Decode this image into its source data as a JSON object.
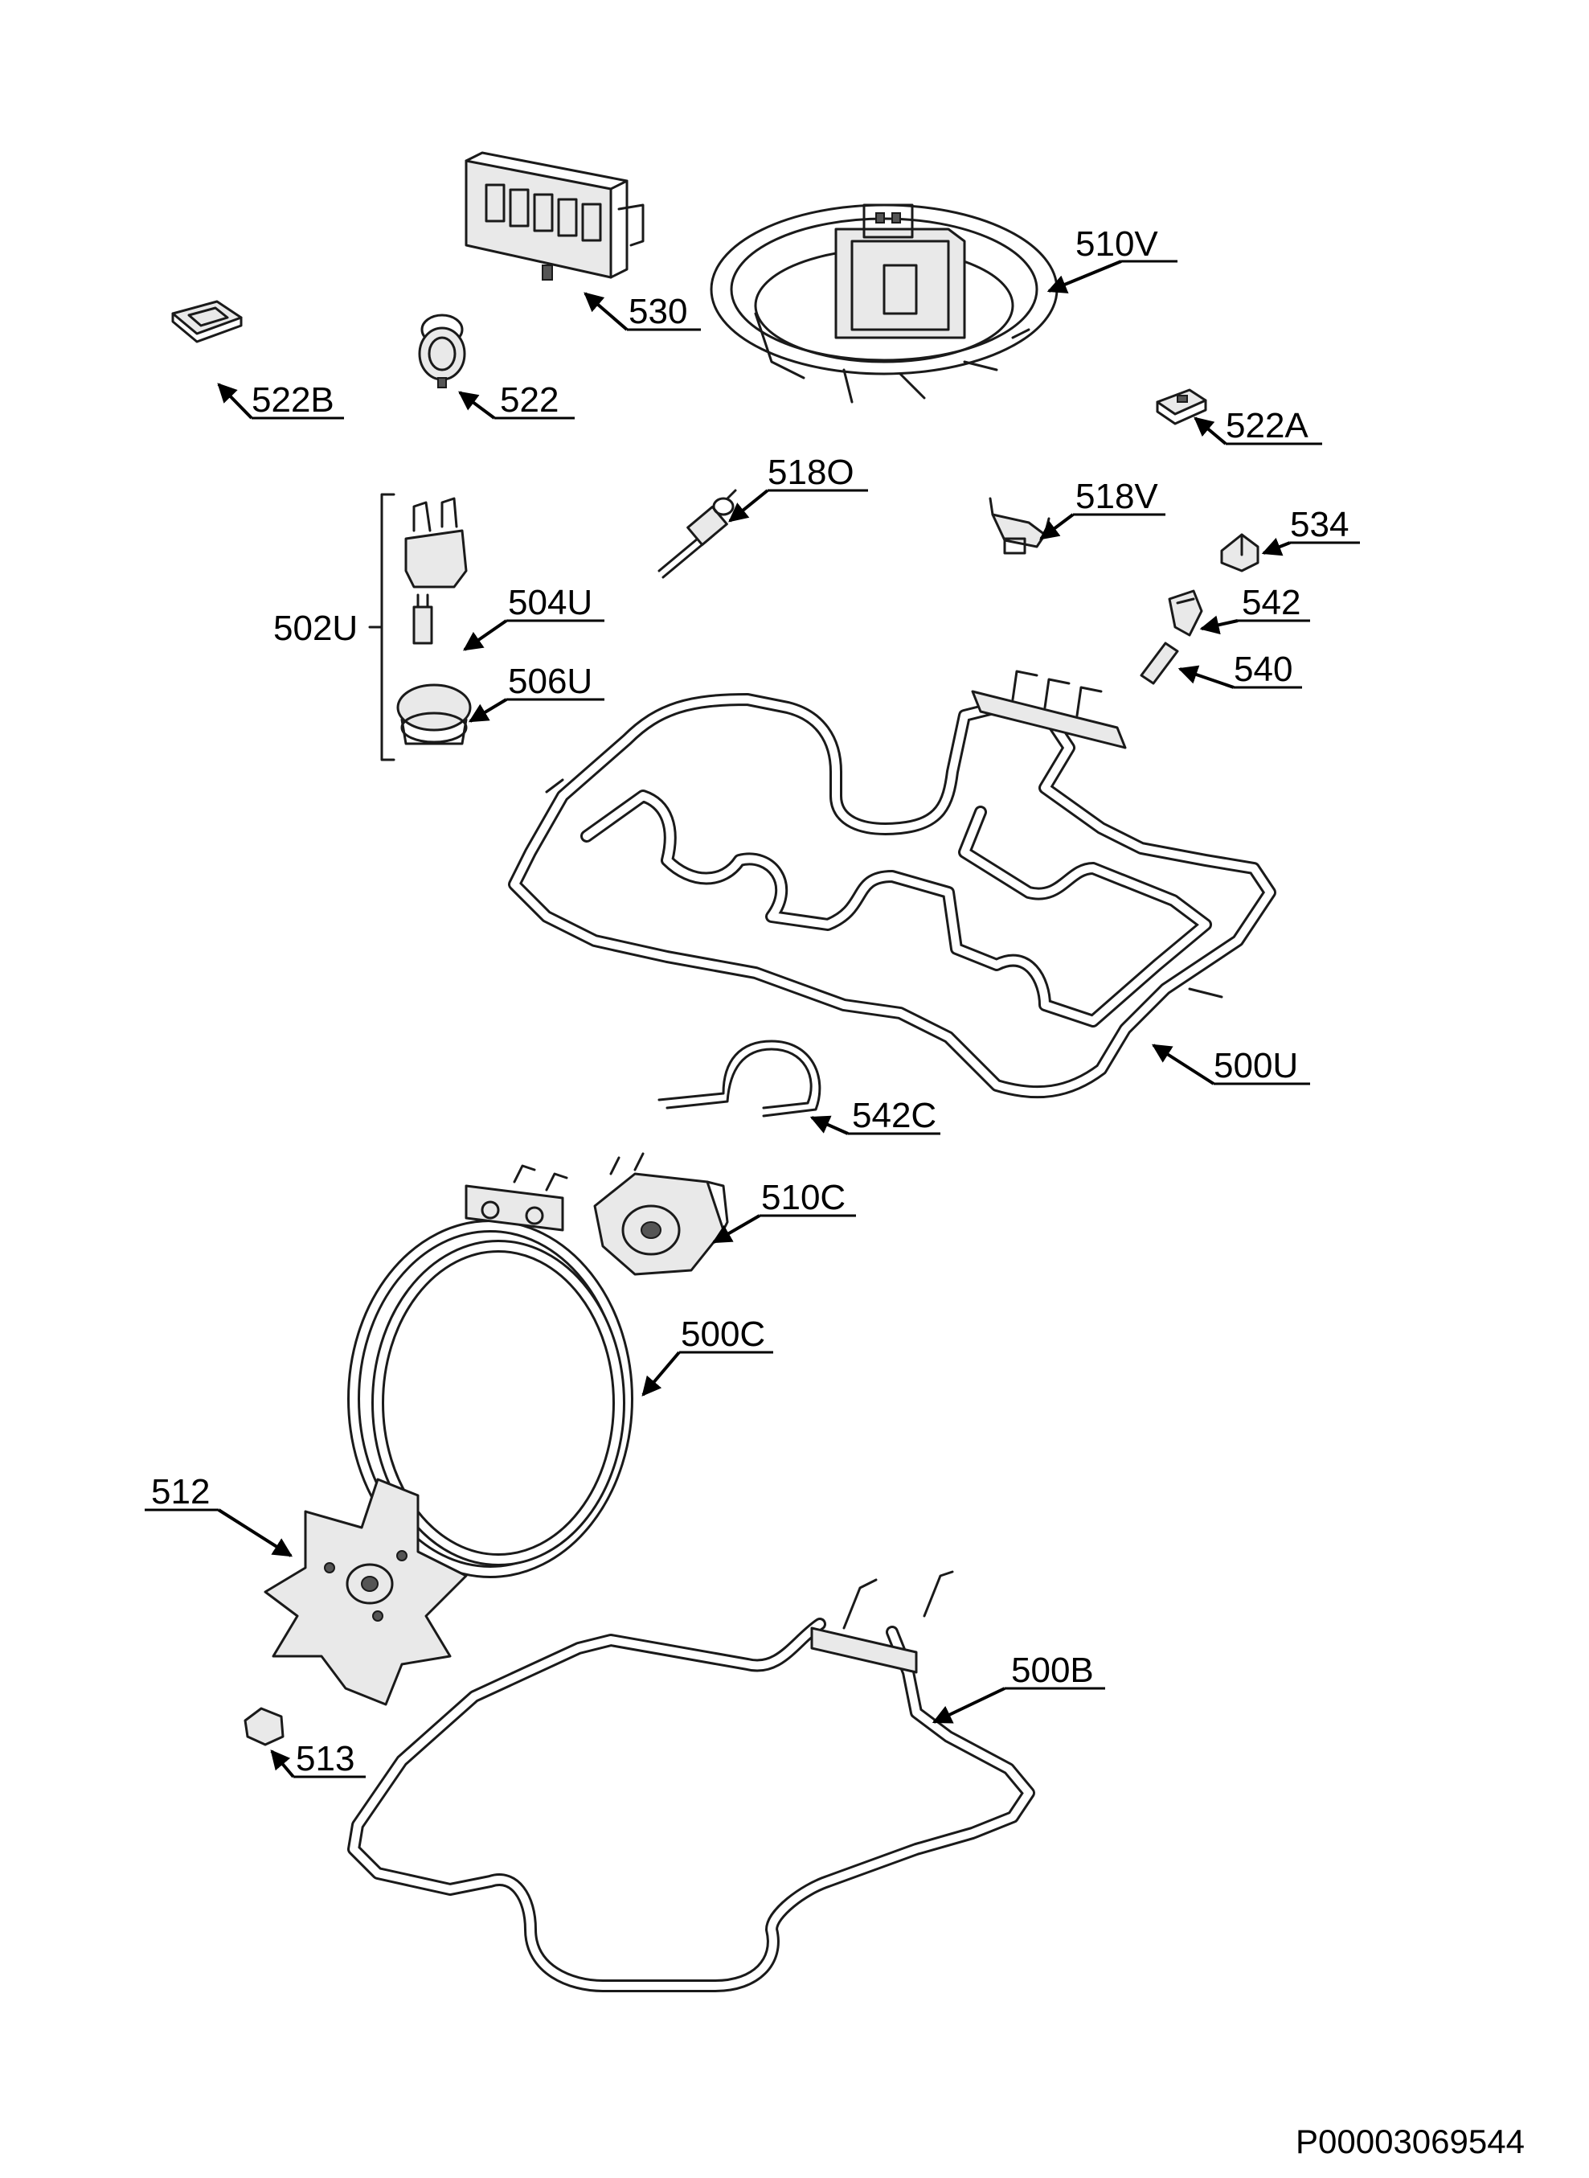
{
  "diagram": {
    "document_id": "P00003069544",
    "labels": {
      "l510V": "510V",
      "l530": "530",
      "l522B": "522B",
      "l522": "522",
      "l522A": "522A",
      "l518O": "518O",
      "l518V": "518V",
      "l534": "534",
      "l502U": "502U",
      "l504U": "504U",
      "l506U": "506U",
      "l542": "542",
      "l540": "540",
      "l500U": "500U",
      "l542C": "542C",
      "l510C": "510C",
      "l500C": "500C",
      "l512": "512",
      "l500B": "500B",
      "l513": "513"
    }
  }
}
